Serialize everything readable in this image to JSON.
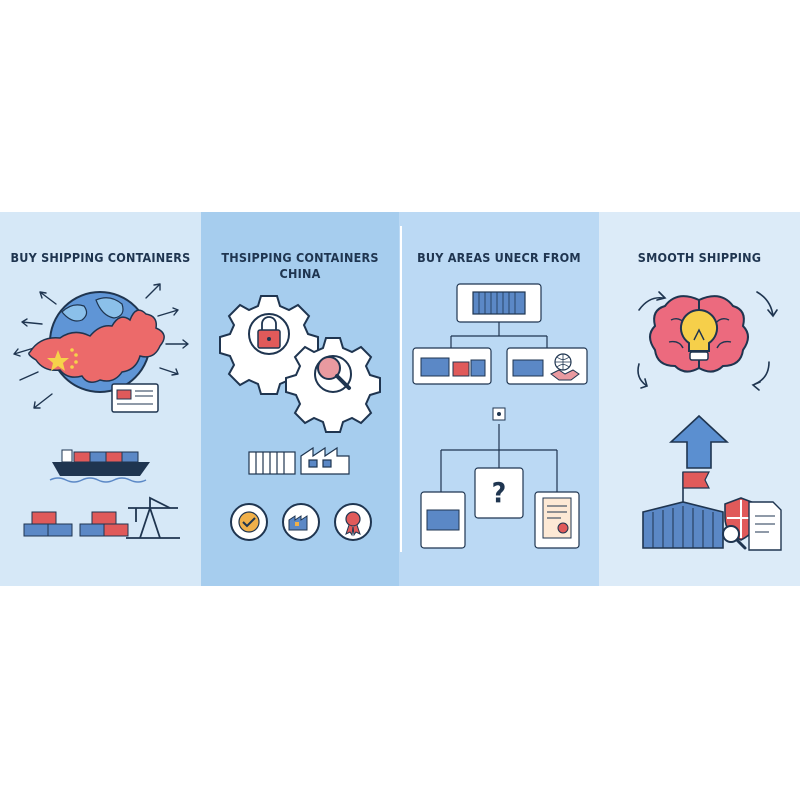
{
  "panels": [
    {
      "title": "BUY SHIPPING CONTAINERS"
    },
    {
      "title": "THSIPPING CONTAINERS\nCHINA"
    },
    {
      "title": "BUY AREAS UNECR FROM"
    },
    {
      "title": "SMOOTH SHIPPING"
    }
  ],
  "decision_node": {
    "label": "?"
  },
  "colors": {
    "outline": "#1f3550",
    "container_blue": "#5b88c6",
    "container_red": "#e05a5a",
    "panel_1": "#d6e8f7",
    "panel_2": "#a6cdee",
    "panel_3": "#bbd9f4",
    "panel_4": "#dcebf8"
  },
  "icons": [
    "globe-icon",
    "china-map-icon",
    "chinese-flag-icon",
    "document-icon",
    "cargo-ship-icon",
    "container-stack-icon",
    "port-crane-icon",
    "gear-lock-icon",
    "gear-magnifier-icon",
    "warehouse-icon",
    "factory-icon",
    "checkmark-badge-icon",
    "factory-badge-icon",
    "award-ribbon-icon",
    "container-icon",
    "handshake-icon",
    "certificate-icon",
    "brain-icon",
    "lightbulb-icon",
    "cycle-arrows-icon",
    "up-arrow-icon",
    "flag-icon",
    "shield-icon",
    "magnifier-icon"
  ]
}
